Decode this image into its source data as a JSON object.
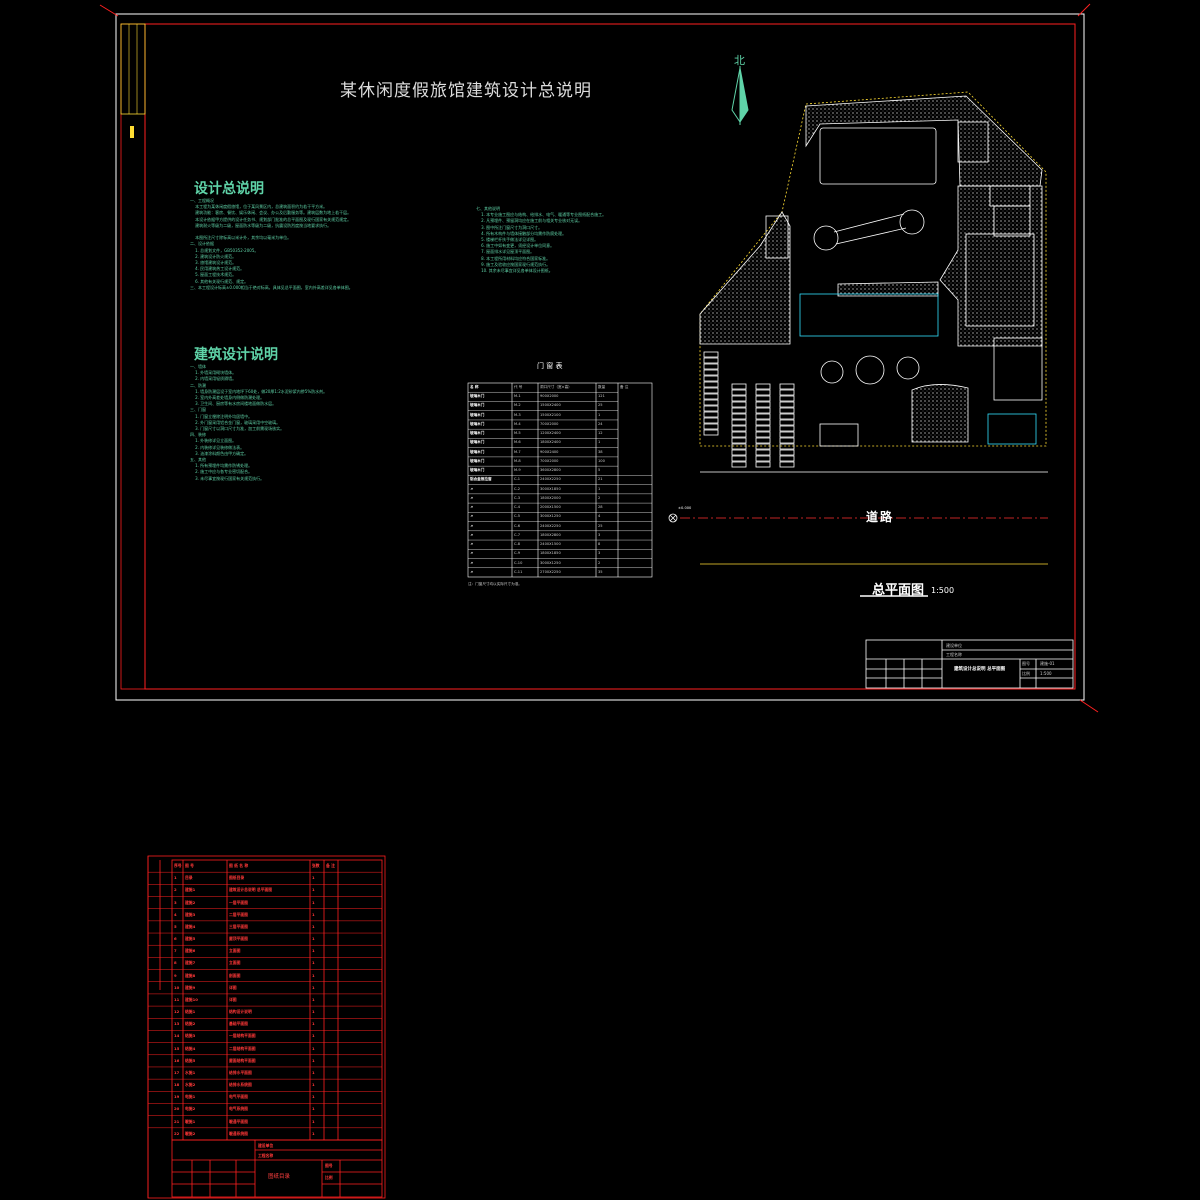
{
  "sheet": {
    "title": "某休闲度假旅馆建筑设计总说明",
    "north_label": "北",
    "general_heading": "设计总说明",
    "arch_heading": "建筑设计说明",
    "general_notes": "一、工程概况\n    本工程为某休闲度假旅馆，位于某风景区内，总建筑面积约为若干平方米。\n    建筑功能：客房、餐饮、娱乐休闲、会议、办公及后勤服务等。建筑层数为地上若干层。\n    本设计依据甲方提供的设计任务书、规划部门批准的总平面图及现行国家有关规范规定。\n    建筑耐火等级为二级，屋面防水等级为二级，抗震设防烈度按当地要求执行。\n\n    本图所注尺寸除标高以米计外，其余均以毫米为单位。\n二、设计依据\n    1. 总规划文件，GB50352-2005。\n    2. 建筑设计防火规范。\n    3. 旅馆建筑设计规范。\n    4. 民用建筑热工设计规范。\n    5. 屋面工程技术规范。\n    6. 其他有关现行规范、规定。\n三、本工程设计标高±0.000相当于绝对标高，具体见总平面图，室内外高差详见各单体图。",
    "arch_notes": "一、墙体\n    1. 外墙采用砌块墙体。\n    2. 内墙采用轻质隔墙。\n二、防潮\n    1. 墙身防潮层设于室内地坪下60处，做20厚1:2水泥砂浆内掺5%防水剂。\n    2. 室内外高差处墙身内侧做防潮处理。\n    3. 卫生间、厨房等有水房间楼地面做防水层。\n三、门窗\n    1. 门窗立樘除注明外均居墙中。\n    2. 外门窗采用铝合金门窗，玻璃采用中空玻璃。\n    3. 门窗尺寸以洞口尺寸为准，加工前需现场核实。\n四、装修\n    1. 外装修详见立面图。\n    2. 内装修详见装修做法表。\n    3. 油漆涂料颜色由甲方确定。\n五、其他\n    1. 所有预埋件均需作防锈处理。\n    2. 施工中应与各专业密切配合。\n    3. 未尽事宜按现行国家有关规范执行。",
    "right_notes": "七、其他说明\n    1. 本专业施工图应与结构、给排水、电气、暖通等专业图纸配合施工。\n    2. 凡预埋件、预留洞均应在施工前与相关专业核对无误。\n    3. 图中所注门窗尺寸为洞口尺寸。\n    4. 所有木构件与墙体接触部分均需作防腐处理。\n    5. 楼梯栏杆扶手做法详见详图。\n    6. 施工中如有变更，须经设计单位同意。\n    7. 屋面排水详见屋顶平面图。\n    8. 本工程所用材料均应符合国家标准。\n    9. 施工及验收应按国家现行规范执行。\n    10. 其余未尽事宜详见各单体设计图纸。"
  },
  "door_table": {
    "title": "门 窗 表",
    "headers": [
      "名 称",
      "代 号",
      "洞口尺寸（宽×高）",
      "数量",
      "备 注"
    ],
    "rows": [
      [
        "玻璃木门",
        "M-1",
        "900X2000",
        "121",
        ""
      ],
      [
        "玻璃木门",
        "M-2",
        "1500X2400",
        "25",
        ""
      ],
      [
        "玻璃木门",
        "M-3",
        "1500X2100",
        "1",
        ""
      ],
      [
        "玻璃木门",
        "M-4",
        "700X2000",
        "24",
        ""
      ],
      [
        "玻璃木门",
        "M-5",
        "1200X2400",
        "12",
        ""
      ],
      [
        "玻璃木门",
        "M-6",
        "1800X2400",
        "1",
        ""
      ],
      [
        "玻璃木门",
        "M-7",
        "900X2400",
        "38",
        ""
      ],
      [
        "玻璃木门",
        "M-8",
        "700X2000",
        "100",
        ""
      ],
      [
        "玻璃木门",
        "M-9",
        "3600X2800",
        "5",
        ""
      ],
      [
        "铝合金推拉窗",
        "C-1",
        "2400X2250",
        "21",
        ""
      ],
      [
        "〃",
        "C-2",
        "3000X1850",
        "1",
        ""
      ],
      [
        "〃",
        "C-3",
        "1800X2000",
        "2",
        ""
      ],
      [
        "〃",
        "C-4",
        "2000X1500",
        "28",
        ""
      ],
      [
        "〃",
        "C-5",
        "3000X1250",
        "4",
        ""
      ],
      [
        "〃",
        "C-6",
        "2400X2250",
        "25",
        ""
      ],
      [
        "〃",
        "C-7",
        "1800X2800",
        "3",
        ""
      ],
      [
        "〃",
        "C-8",
        "2400X1500",
        "8",
        ""
      ],
      [
        "〃",
        "C-9",
        "1800X1850",
        "3",
        ""
      ],
      [
        "〃",
        "C-10",
        "3000X1250",
        "2",
        ""
      ],
      [
        "〃",
        "C-11",
        "2700X2250",
        "35",
        ""
      ]
    ],
    "note": "注：门窗尺寸均以实际尺寸为准。"
  },
  "site_plan": {
    "title": "总平面图",
    "scale": "1:500",
    "road_label": "道路",
    "elevation": "±0.000"
  },
  "title_block": {
    "rows": [
      [
        "建设单位",
        ""
      ],
      [
        "工程名称",
        ""
      ],
      [
        "图名",
        "建筑设计总说明 总平面图"
      ],
      [
        "图号",
        "建施-01"
      ],
      [
        "比例",
        "1:500"
      ]
    ]
  },
  "drawing_index": {
    "title": "图纸目录",
    "headers": [
      "序号",
      "图 号",
      "图 纸 名 称",
      "张数",
      "备 注"
    ],
    "rows": [
      [
        "1",
        "目录",
        "图纸目录",
        "1",
        ""
      ],
      [
        "2",
        "建施1",
        "建筑设计总说明 总平面图",
        "1",
        ""
      ],
      [
        "3",
        "建施2",
        "一层平面图",
        "1",
        ""
      ],
      [
        "4",
        "建施3",
        "二层平面图",
        "1",
        ""
      ],
      [
        "5",
        "建施4",
        "三层平面图",
        "1",
        ""
      ],
      [
        "6",
        "建施5",
        "屋顶平面图",
        "1",
        ""
      ],
      [
        "7",
        "建施6",
        "立面图",
        "1",
        ""
      ],
      [
        "8",
        "建施7",
        "立面图",
        "1",
        ""
      ],
      [
        "9",
        "建施8",
        "剖面图",
        "1",
        ""
      ],
      [
        "10",
        "建施9",
        "详图",
        "1",
        ""
      ],
      [
        "11",
        "建施10",
        "详图",
        "1",
        ""
      ],
      [
        "12",
        "结施1",
        "结构设计说明",
        "1",
        ""
      ],
      [
        "13",
        "结施2",
        "基础平面图",
        "1",
        ""
      ],
      [
        "14",
        "结施3",
        "一层结构平面图",
        "1",
        ""
      ],
      [
        "15",
        "结施4",
        "二层结构平面图",
        "1",
        ""
      ],
      [
        "16",
        "结施5",
        "屋面结构平面图",
        "1",
        ""
      ],
      [
        "17",
        "水施1",
        "给排水平面图",
        "1",
        ""
      ],
      [
        "18",
        "水施2",
        "给排水系统图",
        "1",
        ""
      ],
      [
        "19",
        "电施1",
        "电气平面图",
        "1",
        ""
      ],
      [
        "20",
        "电施2",
        "电气系统图",
        "1",
        ""
      ],
      [
        "21",
        "暖施1",
        "暖通平面图",
        "1",
        ""
      ],
      [
        "22",
        "暖施2",
        "暖通系统图",
        "1",
        ""
      ]
    ],
    "block": [
      "建设单位",
      "工程名称",
      "图纸目录",
      "图号",
      "比例"
    ]
  }
}
